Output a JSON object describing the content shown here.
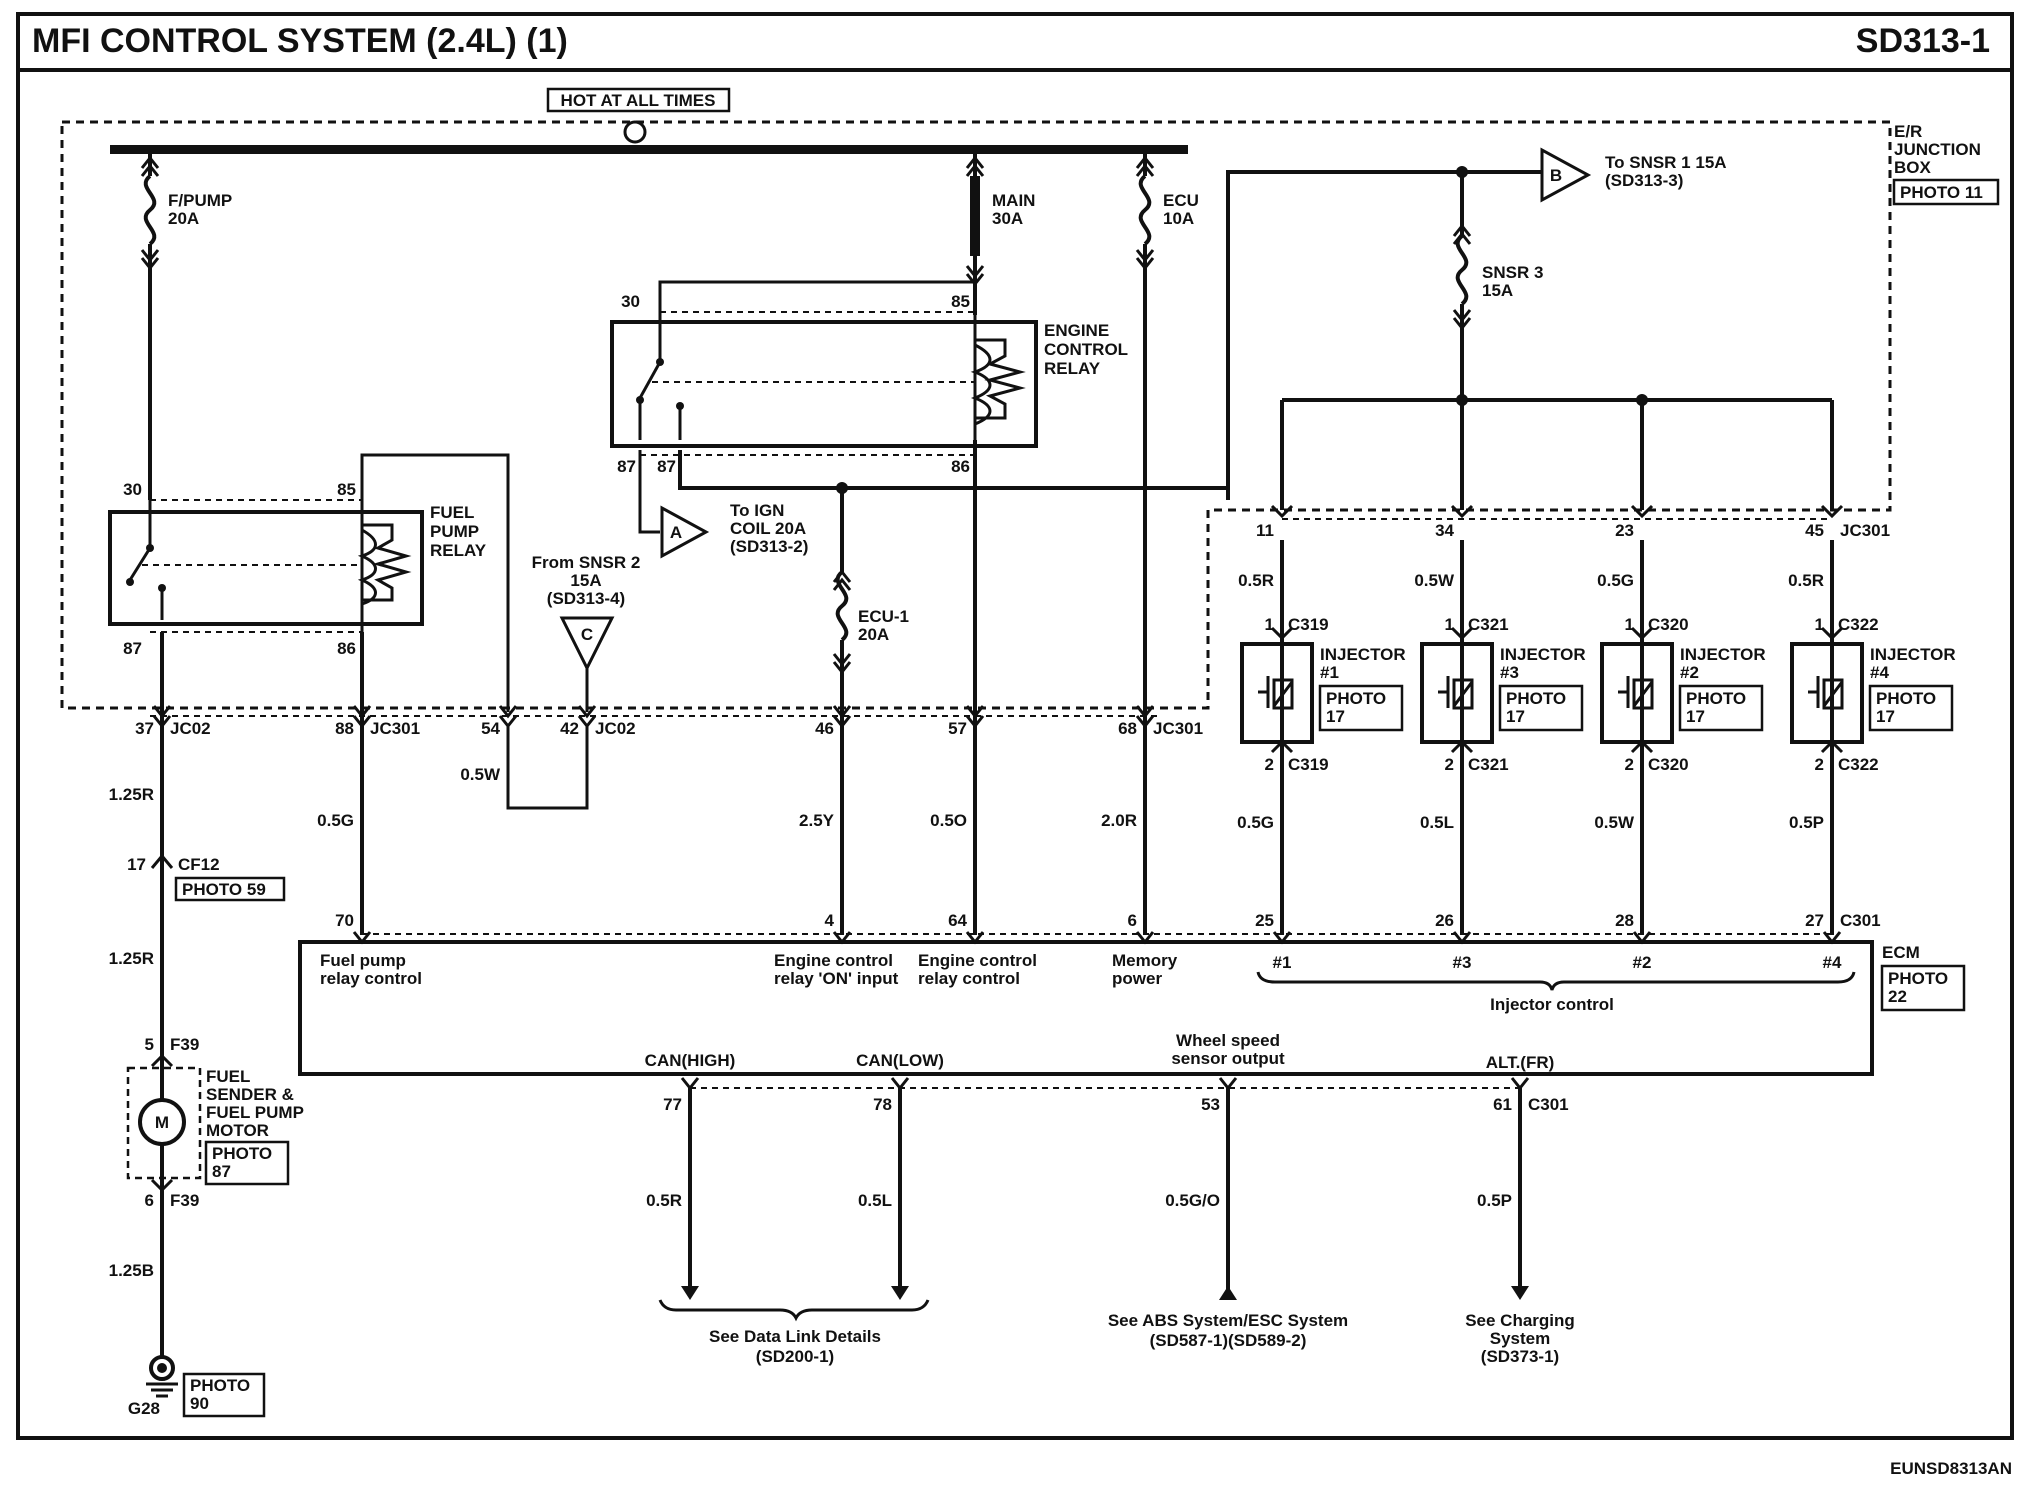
{
  "header": {
    "title": "MFI CONTROL SYSTEM (2.4L) (1)",
    "code": "SD313-1"
  },
  "footer_code": "EUNSD8313AN",
  "power": {
    "hot_label": "HOT AT ALL TIMES",
    "junction_box": [
      "E/R",
      "JUNCTION",
      "BOX"
    ],
    "junction_photo": "PHOTO 11"
  },
  "fuses": {
    "fpump": [
      "F/PUMP",
      "20A"
    ],
    "main": [
      "MAIN",
      "30A"
    ],
    "ecu": [
      "ECU",
      "10A"
    ],
    "snsr3": [
      "SNSR 3",
      "15A"
    ],
    "ecu1": [
      "ECU-1",
      "20A"
    ]
  },
  "connectors": {
    "b_ref": [
      "To SNSR 1 15A",
      "(SD313-3)"
    ],
    "a_ref": [
      "To IGN",
      "COIL 20A",
      "(SD313-2)"
    ],
    "c_ref": [
      "From SNSR 2",
      "15A",
      "(SD313-4)"
    ],
    "b_letter": "B",
    "a_letter": "A",
    "c_letter": "C"
  },
  "relays": {
    "ecr": [
      "ENGINE",
      "CONTROL",
      "RELAY"
    ],
    "fpr": [
      "FUEL",
      "PUMP",
      "RELAY"
    ],
    "pins": {
      "p30": "30",
      "p85": "85",
      "p87": "87",
      "p86": "86"
    }
  },
  "junction_pins": {
    "p37": "37",
    "jc02": "JC02",
    "p88": "88",
    "jc301": "JC301",
    "p54": "54",
    "p42": "42",
    "p46": "46",
    "p57": "57",
    "p68": "68",
    "p11": "11",
    "p34": "34",
    "p23": "23",
    "p45": "45"
  },
  "wires": {
    "w125r": "1.25R",
    "w05g": "0.5G",
    "w05w": "0.5W",
    "w25y": "2.5Y",
    "w05o": "0.5O",
    "w20r": "2.0R",
    "w05r": "0.5R",
    "w05l": "0.5L",
    "w05p": "0.5P",
    "w125b": "1.25B",
    "w05go": "0.5G/O"
  },
  "cf12": {
    "pin": "17",
    "name": "CF12",
    "photo": "PHOTO 59"
  },
  "f39": {
    "pin_top": "5",
    "pin_bot": "6",
    "name": "F39"
  },
  "motor": {
    "label": [
      "FUEL",
      "SENDER &",
      "FUEL PUMP",
      "MOTOR"
    ],
    "symbol": "M",
    "photo": [
      "PHOTO",
      "87"
    ]
  },
  "ground": {
    "name": "G28",
    "photo": [
      "PHOTO",
      "90"
    ]
  },
  "injectors": [
    {
      "label": [
        "INJECTOR",
        "#1"
      ],
      "conn": "C319",
      "ecm_pin": "25",
      "ecm_label": "#1",
      "photo": [
        "PHOTO",
        "17"
      ]
    },
    {
      "label": [
        "INJECTOR",
        "#3"
      ],
      "conn": "C321",
      "ecm_pin": "26",
      "ecm_label": "#3",
      "photo": [
        "PHOTO",
        "17"
      ]
    },
    {
      "label": [
        "INJECTOR",
        "#2"
      ],
      "conn": "C320",
      "ecm_pin": "28",
      "ecm_label": "#2",
      "photo": [
        "PHOTO",
        "17"
      ]
    },
    {
      "label": [
        "INJECTOR",
        "#4"
      ],
      "conn": "C322",
      "ecm_pin": "27",
      "ecm_label": "#4",
      "photo": [
        "PHOTO",
        "17"
      ]
    }
  ],
  "inj_pins": {
    "one": "1",
    "two": "2"
  },
  "ecm": {
    "name": "ECM",
    "photo": [
      "PHOTO",
      "22"
    ],
    "conn": "C301",
    "pins_top": {
      "p70": "70",
      "p4": "4",
      "p64": "64",
      "p6": "6"
    },
    "fuel_pump_ctrl": [
      "Fuel pump",
      "relay control"
    ],
    "ecr_on": [
      "Engine control",
      "relay 'ON' input"
    ],
    "ecr_ctrl": [
      "Engine control",
      "relay control"
    ],
    "memory": [
      "Memory",
      "power"
    ],
    "injector_control": "Injector control",
    "can_high": "CAN(HIGH)",
    "can_low": "CAN(LOW)",
    "wheel_speed": [
      "Wheel speed",
      "sensor output"
    ],
    "alt_fr": "ALT.(FR)",
    "pins_bottom": {
      "p77": "77",
      "p78": "78",
      "p53": "53",
      "p61": "61"
    }
  },
  "references": {
    "data_link": [
      "See Data Link Details",
      "(SD200-1)"
    ],
    "abs": [
      "See ABS System/ESC System",
      "(SD587-1)(SD589-2)"
    ],
    "charging": [
      "See Charging",
      "System",
      "(SD373-1)"
    ]
  }
}
